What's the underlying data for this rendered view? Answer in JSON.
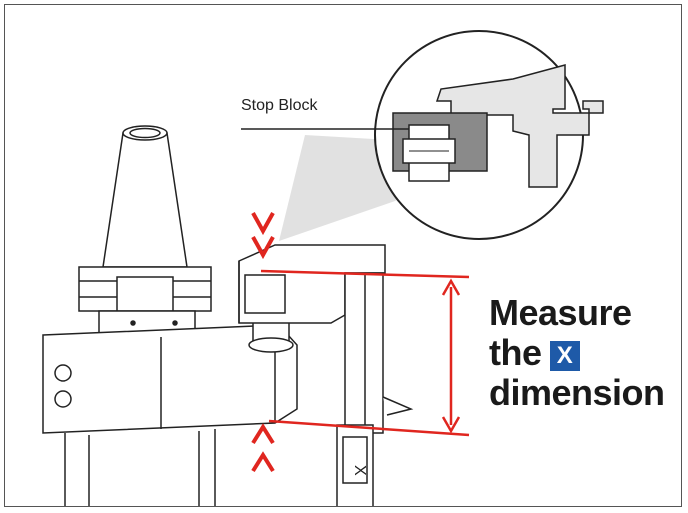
{
  "callout": {
    "label": "Stop Block"
  },
  "caption": {
    "line1": "Measure",
    "line2": "the",
    "badge": "X",
    "line3": "dimension"
  },
  "scale_marker": "X",
  "colors": {
    "measure_red": "#e0261f",
    "badge_blue": "#1e5aa8",
    "stop_block_gray": "#8a8a8a"
  }
}
